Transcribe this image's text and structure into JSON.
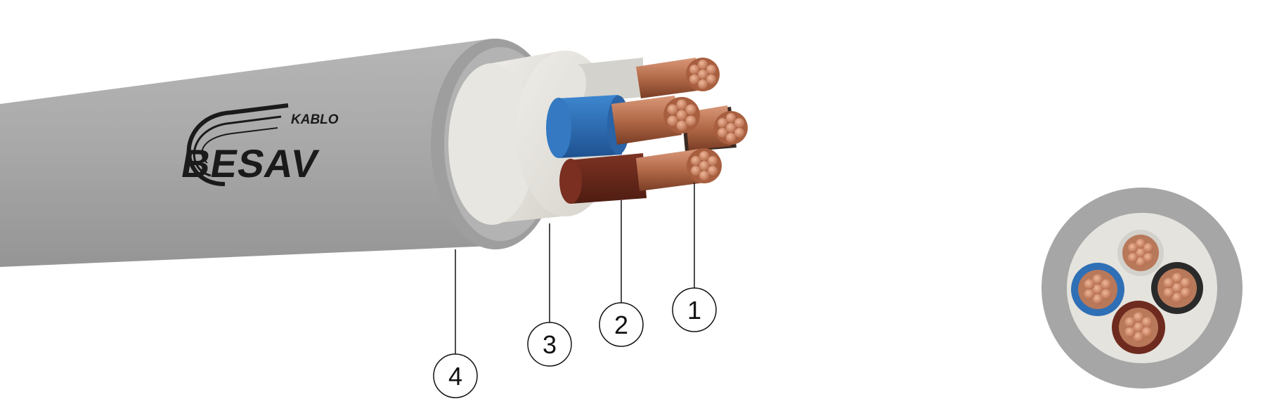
{
  "brand": {
    "name": "BESAV",
    "sub": "KABLO"
  },
  "callouts": [
    {
      "number": "1"
    },
    {
      "number": "2"
    },
    {
      "number": "3"
    },
    {
      "number": "4"
    }
  ],
  "colors": {
    "outer_sheath": "#a8a8a8",
    "inner_filler": "#e4e2dc",
    "copper": "#b87352",
    "blue_core": "#2f6fb5",
    "brown_core": "#6e2a1e",
    "black_core": "#2a2a2a",
    "grey_core": "#cfcdc8"
  },
  "icons": [
    "cable-cross-section-icon",
    "brand-logo-icon"
  ]
}
